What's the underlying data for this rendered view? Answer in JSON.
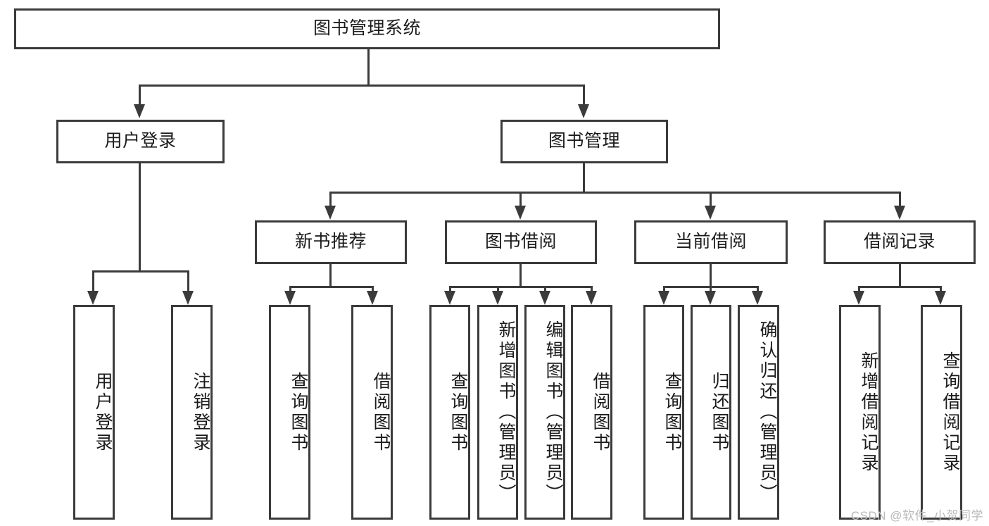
{
  "diagram": {
    "title": "图书管理系统",
    "type": "tree-hierarchy-chart",
    "colors": {
      "stroke": "#3b3b3b",
      "fill": "#ffffff",
      "text": "#1b1b1b",
      "watermark": "#b9b9b9"
    },
    "root": {
      "label": "图书管理系统"
    },
    "level2": [
      {
        "label": "用户登录"
      },
      {
        "label": "图书管理"
      }
    ],
    "level3": [
      {
        "label": "新书推荐"
      },
      {
        "label": "图书借阅"
      },
      {
        "label": "当前借阅"
      },
      {
        "label": "借阅记录"
      }
    ],
    "leaves": {
      "user_login": [
        {
          "label": "用户登录"
        },
        {
          "label": "注销登录"
        }
      ],
      "new_book_recommend": [
        {
          "label": "查询图书"
        },
        {
          "label": "借阅图书"
        }
      ],
      "book_borrow": [
        {
          "label": "查询图书"
        },
        {
          "label": "新增图书（管理员）"
        },
        {
          "label": "编辑图书（管理员）"
        },
        {
          "label": "借阅图书"
        }
      ],
      "current_borrow": [
        {
          "label": "查询图书"
        },
        {
          "label": "归还图书"
        },
        {
          "label": "确认归还（管理员）"
        }
      ],
      "borrow_record": [
        {
          "label": "新增借阅记录"
        },
        {
          "label": "查询借阅记录"
        }
      ]
    }
  },
  "watermark": {
    "text": "CSDN @软件_小贺同学"
  }
}
